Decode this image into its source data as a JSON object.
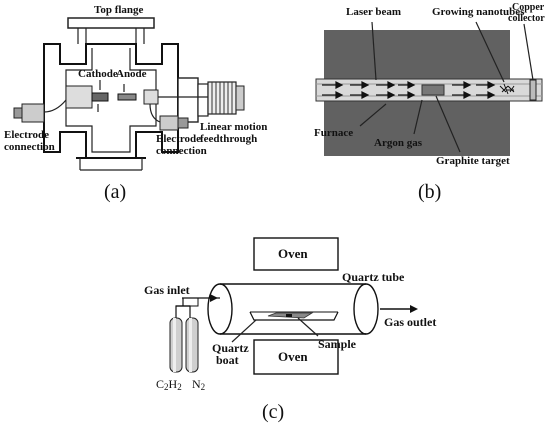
{
  "panel_a": {
    "caption": "(a)",
    "labels": {
      "top_flange": "Top flange",
      "cathode": "Cathode",
      "anode": "Anode",
      "linear_motion_1": "Linear motion",
      "linear_motion_2": "feedthrough",
      "electrode_left_1": "Electrode",
      "electrode_left_2": "connection",
      "electrode_right_1": "Electrode",
      "electrode_right_2": "connection"
    }
  },
  "panel_b": {
    "caption": "(b)",
    "labels": {
      "laser_beam": "Laser beam",
      "growing_nanotubes": "Growing nanotubes",
      "copper_1": "Copper",
      "copper_2": "collector",
      "furnace": "Furnace",
      "argon_gas": "Argon gas",
      "graphite_target": "Graphite target"
    }
  },
  "panel_c": {
    "caption": "(c)",
    "labels": {
      "oven_top": "Oven",
      "oven_bottom": "Oven",
      "quartz_tube": "Quartz tube",
      "gas_inlet": "Gas inlet",
      "gas_outlet": "Gas outlet",
      "quartz_boat_1": "Quartz",
      "quartz_boat_2": "boat",
      "sample": "Sample",
      "c2h2_main": "C",
      "c2h2_sub": "2",
      "c2h2_h": "H",
      "c2h2_sub2": "2",
      "n2_main": "N",
      "n2_sub": "2"
    }
  }
}
